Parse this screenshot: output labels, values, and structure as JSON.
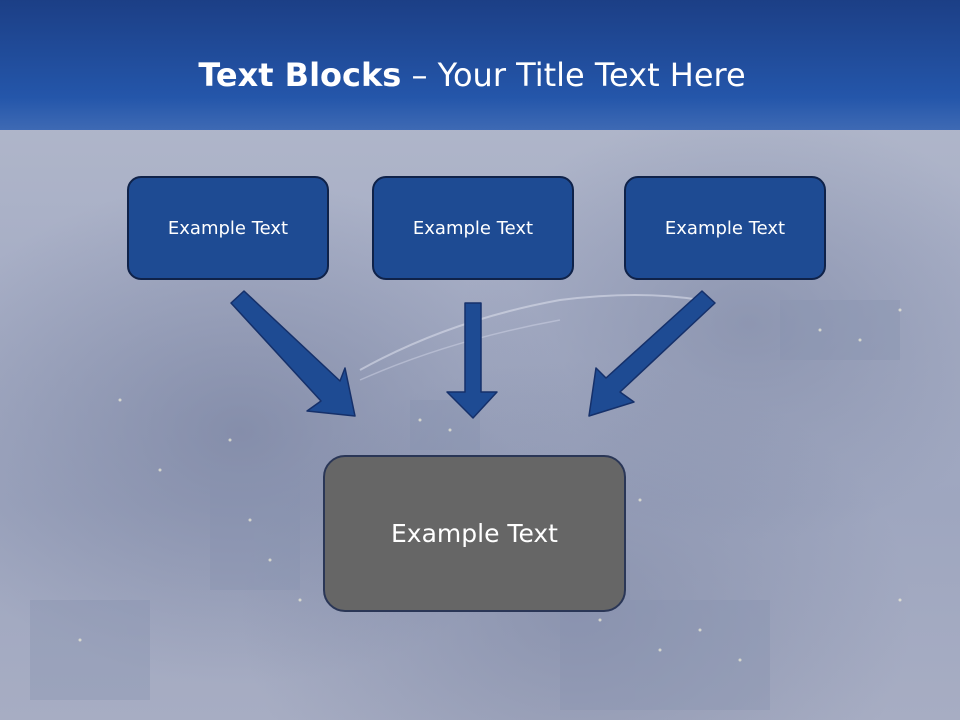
{
  "title": {
    "bold": "Text Blocks",
    "separator": " – ",
    "rest": "Your Title Text Here"
  },
  "boxes": [
    {
      "label": "Example Text"
    },
    {
      "label": "Example Text"
    },
    {
      "label": "Example Text"
    }
  ],
  "target_box": {
    "label": "Example Text"
  },
  "colors": {
    "title_bar": "#1f4f9e",
    "box_fill": "#1e4b93",
    "target_fill": "#666666",
    "arrow": "#1e4b93",
    "background": "#9fa7bf"
  }
}
